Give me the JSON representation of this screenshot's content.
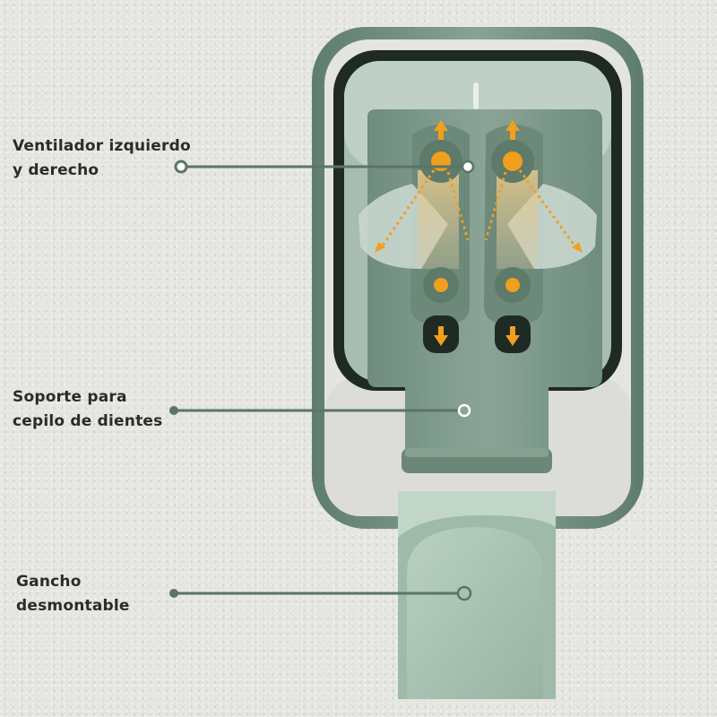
{
  "callouts": [
    {
      "id": "fans",
      "lines": [
        "Ventilador izquierdo",
        "y derecho"
      ]
    },
    {
      "id": "holder",
      "lines": [
        "Soporte para",
        "cepilo de dientes"
      ]
    },
    {
      "id": "hook",
      "lines": [
        "Gancho",
        "desmontable"
      ]
    }
  ],
  "colors": {
    "wall": "#e4e4e1",
    "frame": "#6d8a7a",
    "body": "#7e9a8b",
    "hook": "#a9c3b3",
    "accent": "#f0a01c",
    "leader": "#5a7566"
  }
}
